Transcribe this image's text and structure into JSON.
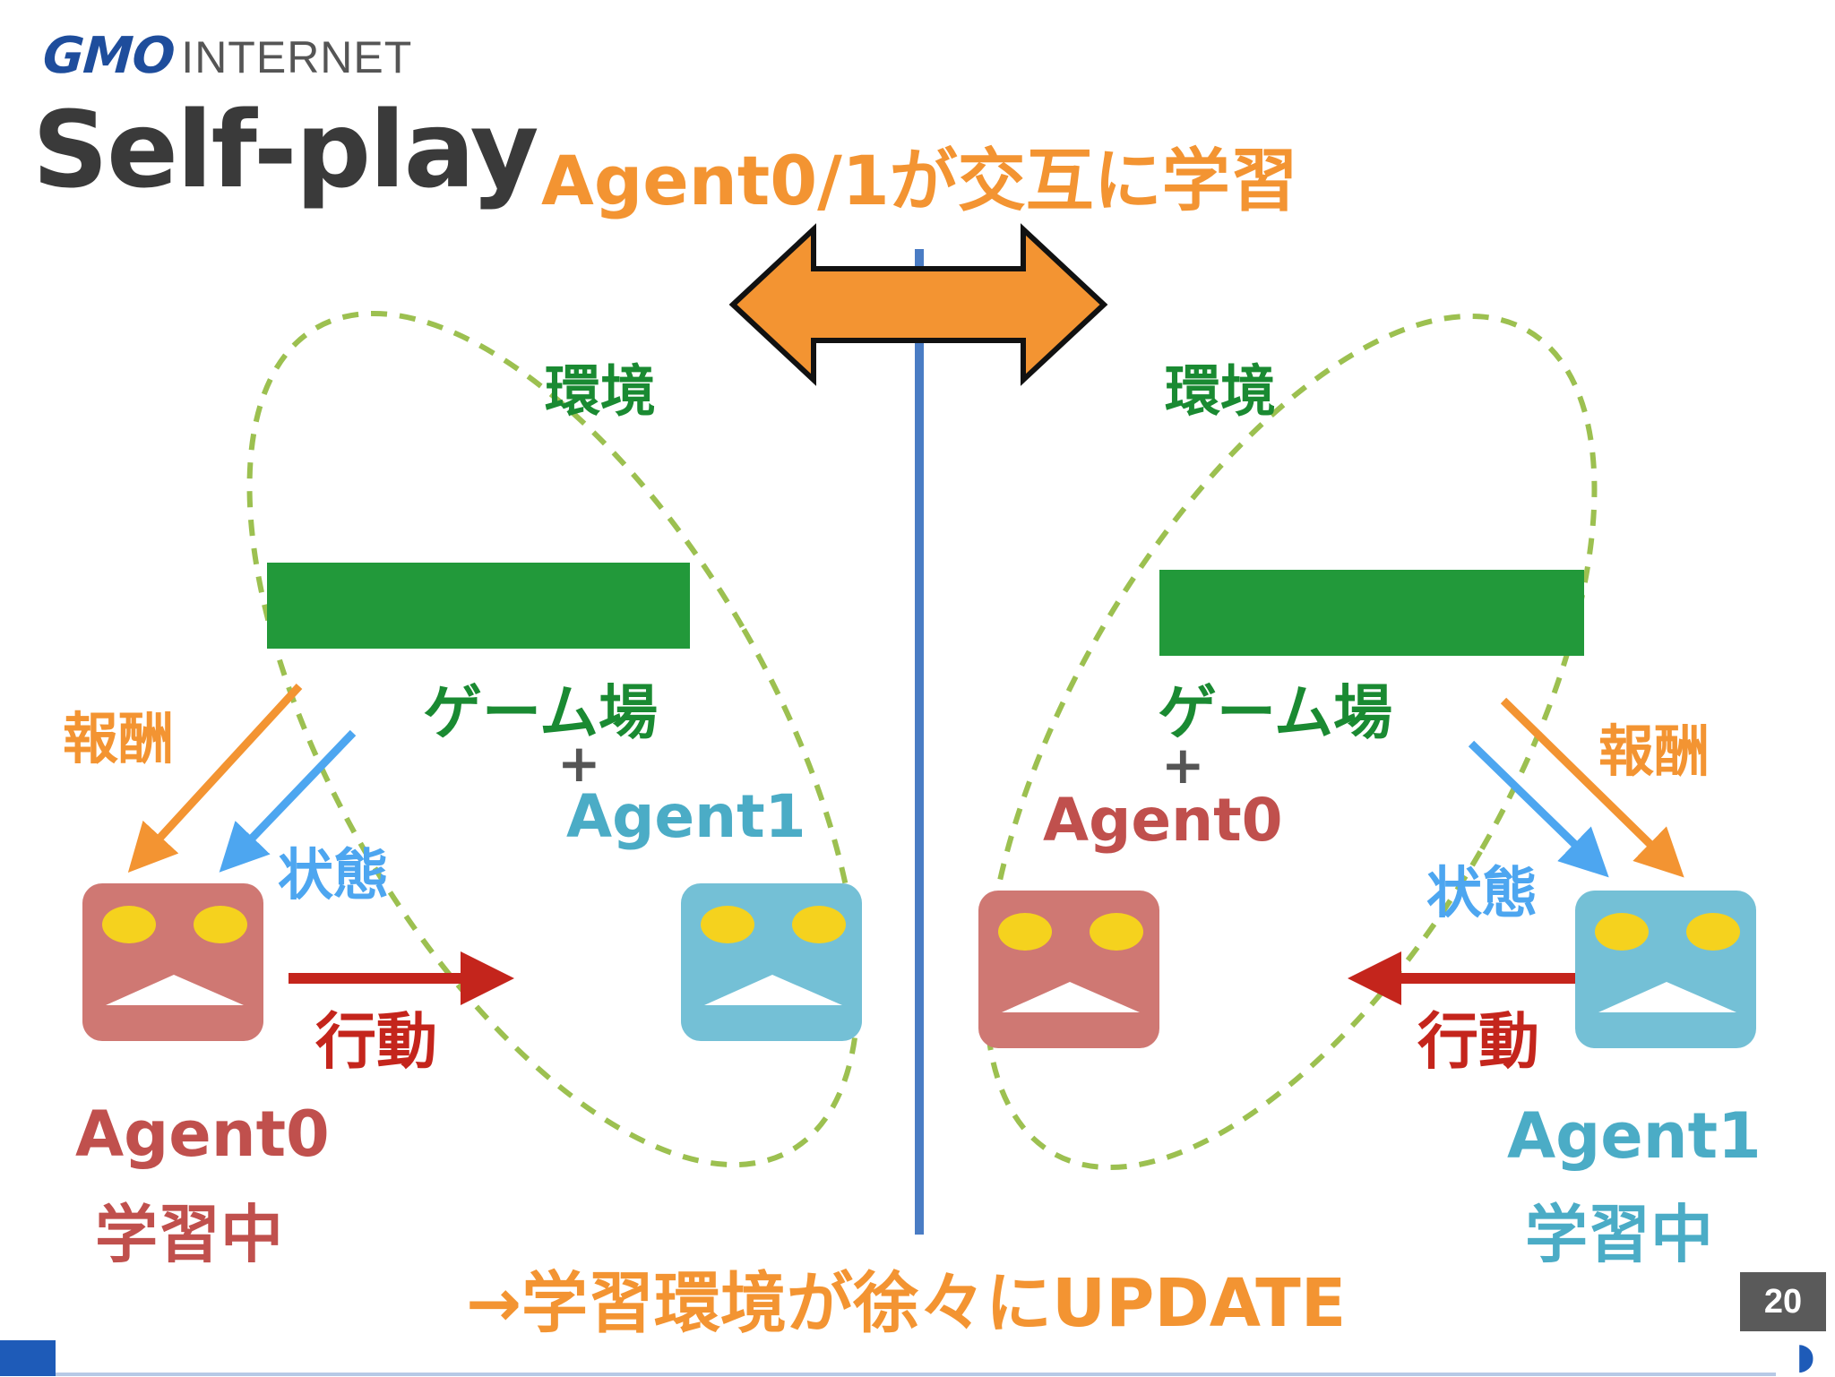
{
  "header": {
    "logo_gmo": "GMO",
    "logo_internet": "INTERNET",
    "title": "Self-play"
  },
  "diagram": {
    "headline": "Agent0/1が交互に学習",
    "footer": "→学習環境が徐々にUPDATE",
    "left": {
      "environment_label": "環境",
      "game_field_label": "ゲーム場",
      "plus": "+",
      "opponent_label": "Agent1",
      "reward_label": "報酬",
      "state_label": "状態",
      "action_label": "行動",
      "learner_name": "Agent0",
      "learner_status": "学習中"
    },
    "right": {
      "environment_label": "環境",
      "game_field_label": "ゲーム場",
      "plus": "+",
      "opponent_label": "Agent0",
      "reward_label": "報酬",
      "state_label": "状態",
      "action_label": "行動",
      "learner_name": "Agent1",
      "learner_status": "学習中"
    }
  },
  "page_number": "20",
  "colors": {
    "orange": "#f39432",
    "green_text": "#1a8a32",
    "game_field": "#22993a",
    "dashed_env": "#9cc050",
    "state_blue": "#4da6f0",
    "action_red": "#c4251c",
    "agent0": "#cf7873",
    "agent0_text": "#c0504d",
    "agent1": "#74c0d6",
    "agent1_text": "#4bacc6",
    "divider": "#4a7cc4",
    "eye_yellow": "#f5d21e"
  }
}
